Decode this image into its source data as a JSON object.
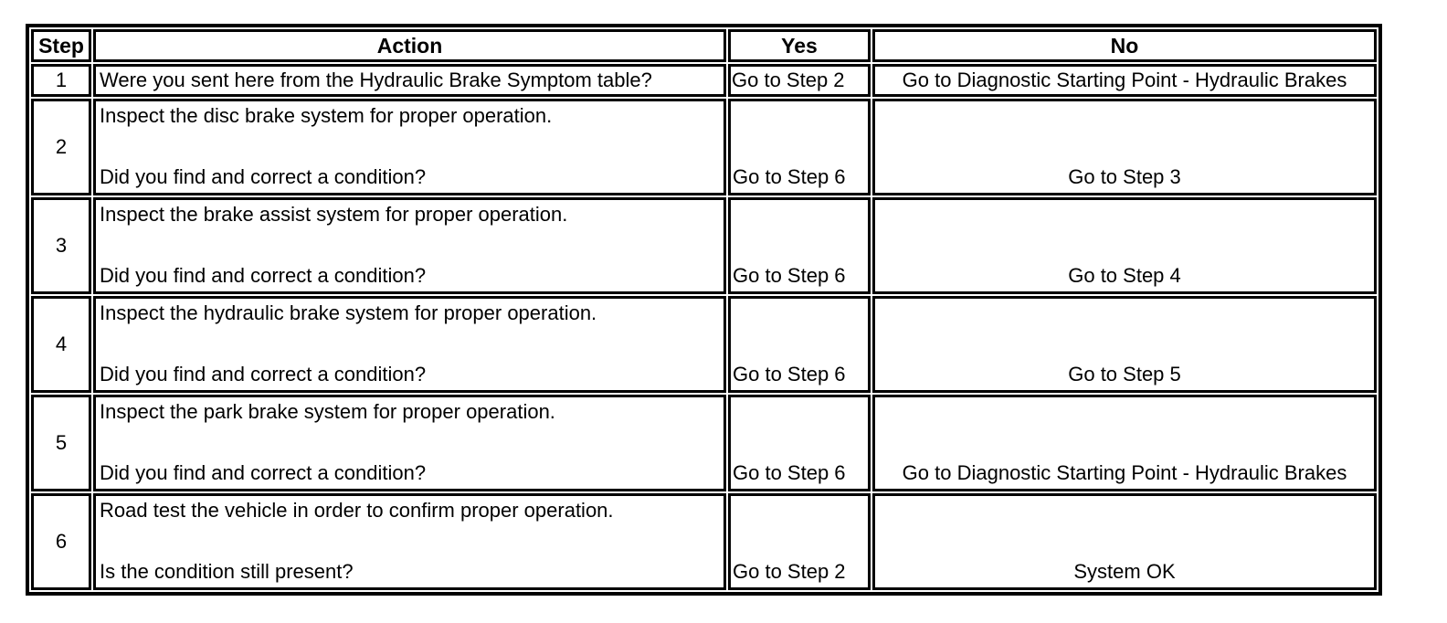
{
  "page": {
    "background_color": "#ffffff",
    "text_color": "#000000",
    "border_color": "#000000"
  },
  "table": {
    "headers": {
      "step": "Step",
      "action": "Action",
      "yes": "Yes",
      "no": "No"
    },
    "rows": [
      {
        "type": "single",
        "step": "1",
        "action_line1": "Were you sent here from the Hydraulic Brake Symptom table?",
        "action_line2": "",
        "yes": "Go to Step 2",
        "no": "Go to Diagnostic Starting Point - Hydraulic Brakes"
      },
      {
        "type": "multi",
        "step": "2",
        "action_line1": "Inspect the disc brake system for proper operation.",
        "action_line2": "Did you find and correct a condition?",
        "yes": "Go to Step 6",
        "no": "Go to Step 3"
      },
      {
        "type": "multi",
        "step": "3",
        "action_line1": "Inspect the brake assist system for proper operation.",
        "action_line2": "Did you find and correct a condition?",
        "yes": "Go to Step 6",
        "no": "Go to Step 4"
      },
      {
        "type": "multi",
        "step": "4",
        "action_line1": "Inspect the hydraulic brake system for proper operation.",
        "action_line2": "Did you find and correct a condition?",
        "yes": "Go to Step 6",
        "no": "Go to Step 5"
      },
      {
        "type": "multi",
        "step": "5",
        "action_line1": "Inspect the park brake system for proper operation.",
        "action_line2": "Did you find and correct a condition?",
        "yes": "Go to Step 6",
        "no": "Go to Diagnostic Starting Point - Hydraulic Brakes"
      },
      {
        "type": "multi",
        "step": "6",
        "action_line1": "Road test the vehicle in order to confirm proper operation.",
        "action_line2": "Is the condition still present?",
        "yes": "Go to Step 2",
        "no": "System OK"
      }
    ]
  }
}
